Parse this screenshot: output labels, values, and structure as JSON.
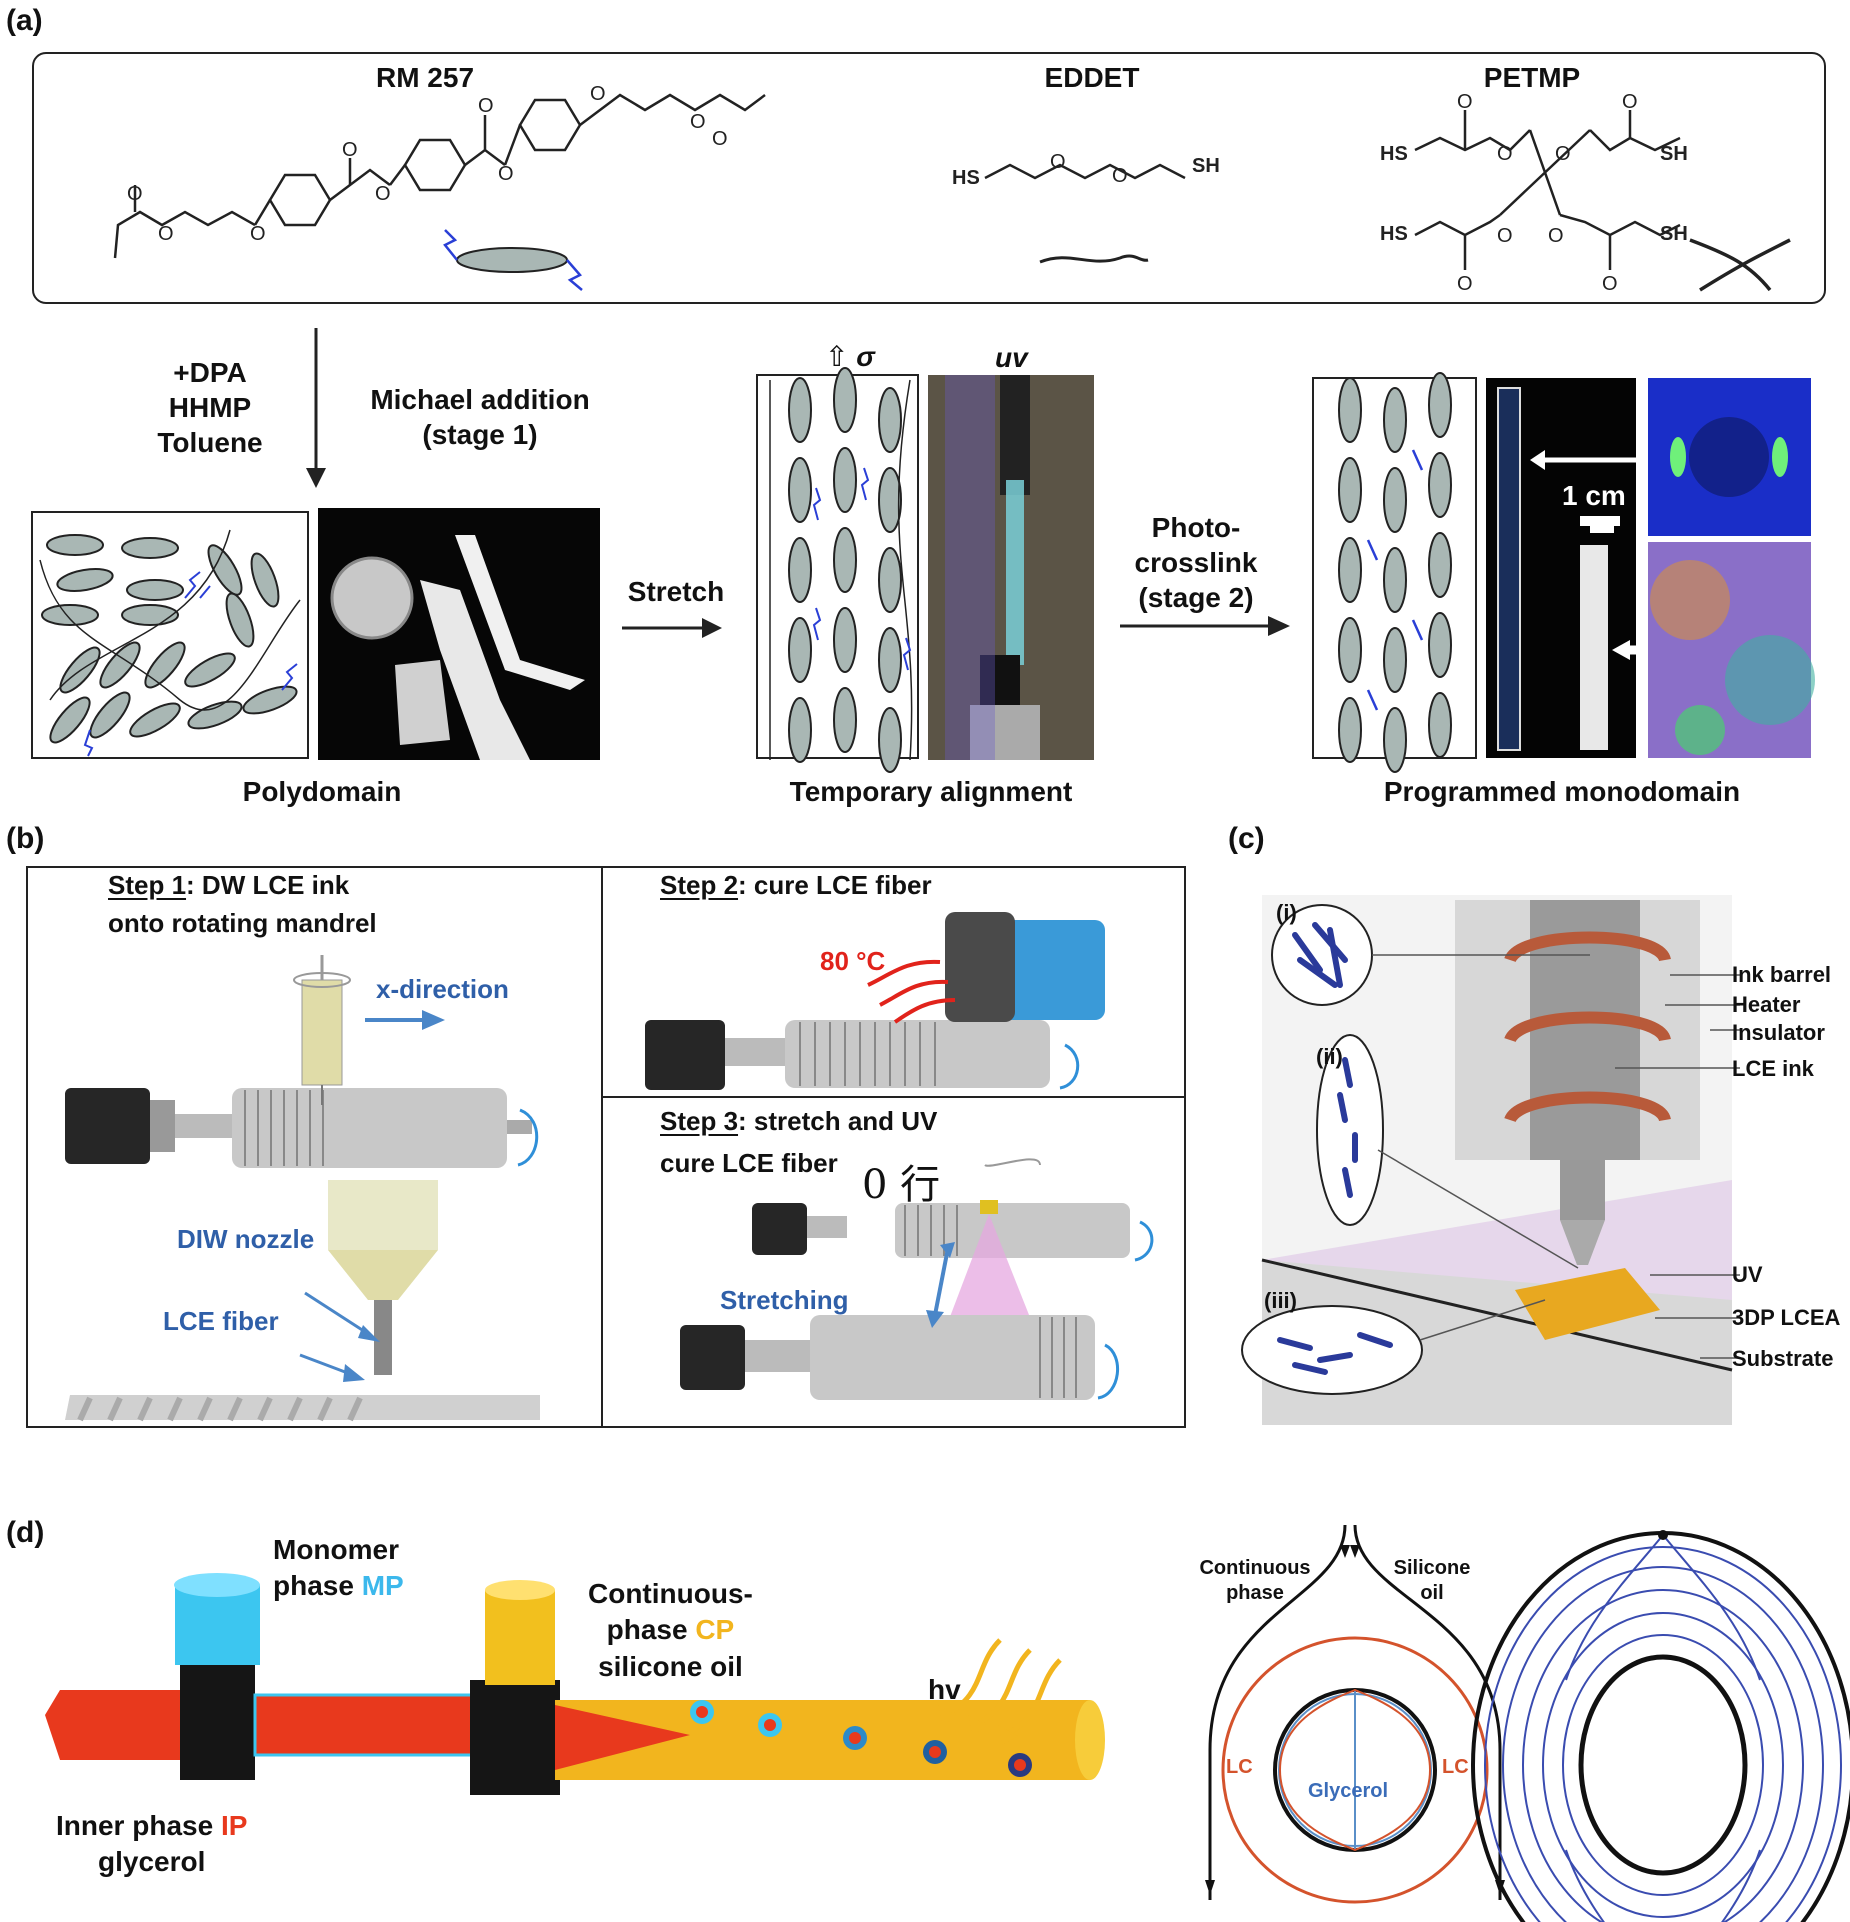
{
  "panel_a": {
    "tag": "(a)",
    "chemicals": {
      "rm257": "RM 257",
      "eddet": "EDDET",
      "petmp": "PETMP",
      "atoms": {
        "O": "O",
        "HS": "HS",
        "SH": "SH"
      }
    },
    "reagents": "+DPA\nHHMP\nToluene",
    "michael": "Michael addition\n(stage 1)",
    "stretch": "Stretch",
    "photo": "Photo-\ncrosslink\n(stage 2)",
    "sigma_arrow": "⇧",
    "sigma": "σ",
    "uv": "uv",
    "scale": "1 cm",
    "captions": [
      "Polydomain",
      "Temporary alignment",
      "Programmed monodomain"
    ]
  },
  "panel_b": {
    "tag": "(b)",
    "step1_prefix": "Step 1",
    "step1_rest": ": DW LCE ink",
    "step1_line2": "onto rotating mandrel",
    "x_direction": "x-direction",
    "diw_nozzle": "DIW nozzle",
    "lce_fiber": "LCE fiber",
    "step2_prefix": "Step 2",
    "step2_rest": ": cure LCE fiber",
    "temp": "80 °C",
    "step3_prefix": "Step 3",
    "step3_rest": ": stretch and UV",
    "step3_line2": "cure LCE fiber",
    "stray": "0 行",
    "stretching": "Stretching"
  },
  "panel_c": {
    "tag": "(c)",
    "insets": [
      "(i)",
      "(ii)",
      "(iii)"
    ],
    "labels": [
      "Ink barrel",
      "Heater",
      "Insulator",
      "LCE ink",
      "UV",
      "3DP LCEA",
      "Substrate"
    ]
  },
  "panel_d": {
    "tag": "(d)",
    "monomer_line1": "Monomer",
    "monomer_prefix": "phase ",
    "monomer_abbr": "MP",
    "continuous_line1": "Continuous-",
    "continuous_prefix": "phase ",
    "continuous_abbr": "CP",
    "continuous_line3": "silicone oil",
    "inner_prefix": "Inner phase ",
    "inner_abbr": "IP",
    "inner_line2": "glycerol",
    "hv": "hv",
    "flow_left": "Continuous\nphase",
    "flow_right": "Silicone\noil",
    "lc": "LC",
    "glycerol": "Glycerol"
  },
  "colors": {
    "mesogen": "#a9b7b4",
    "crosslink_blue": "#2a3fd6",
    "label_blue": "#2f5fa8",
    "heat_red": "#e1231b",
    "mp_cyan": "#3cc6f0",
    "cp_yellow": "#f2b51e",
    "ip_red": "#e8391d",
    "lc_orange": "#d4532c",
    "glycerol_blue": "#5a8fc8"
  }
}
